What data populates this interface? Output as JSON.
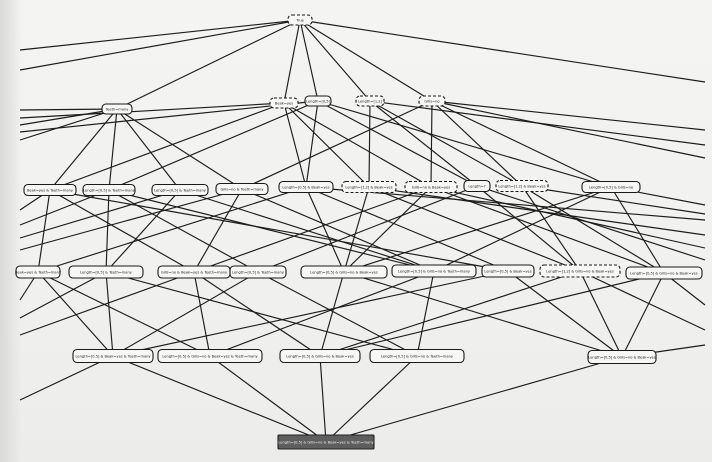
{
  "diagram": {
    "nodes": [
      {
        "id": "top",
        "label": "True",
        "style": "dashed"
      },
      {
        "id": "l1a",
        "label": "Teeth=many",
        "style": "solid"
      },
      {
        "id": "l1b",
        "label": "Beak=yes",
        "style": "dashed"
      },
      {
        "id": "l1c",
        "label": "Length=[0,5]",
        "style": "solid"
      },
      {
        "id": "l1d",
        "label": "Length=[1,2]",
        "style": "dashed"
      },
      {
        "id": "l1e",
        "label": "Gills=no",
        "style": "dashed"
      },
      {
        "id": "l2a",
        "label": "Beak=yes & Teeth=many",
        "style": "solid"
      },
      {
        "id": "l2b",
        "label": "Length=[0,5] & Teeth=many",
        "style": "solid"
      },
      {
        "id": "l2c",
        "label": "Length=[0,5] & Teeth=many",
        "style": "solid"
      },
      {
        "id": "l2d",
        "label": "Gills=no & Teeth=many",
        "style": "solid"
      },
      {
        "id": "l2e",
        "label": "Length=[0,5] & Beak=yes",
        "style": "solid"
      },
      {
        "id": "l2f",
        "label": "Length=[1,2] & Beak=yes",
        "style": "dashed"
      },
      {
        "id": "l2g",
        "label": "Gills=no & Beak=yes",
        "style": "dashed"
      },
      {
        "id": "l2h",
        "label": "Length=?",
        "style": "solid"
      },
      {
        "id": "l2i",
        "label": "Length=[1,2] & Beak=yes",
        "style": "dashed"
      },
      {
        "id": "l2j",
        "label": "Length=[0,5] & Gills=no",
        "style": "solid"
      },
      {
        "id": "l3a",
        "label": "Beak=yes & Teeth=many",
        "style": "solid"
      },
      {
        "id": "l3b",
        "label": "Length=[0,5] & Teeth=many",
        "style": "solid"
      },
      {
        "id": "l3c",
        "label": "Gills=no & Beak=yes & Teeth=many",
        "style": "solid"
      },
      {
        "id": "l3d",
        "label": "Length=[0,5] & Teeth=many",
        "style": "solid"
      },
      {
        "id": "l3e",
        "label": "Length=[0,5] & Gills=no & Beak=yes",
        "style": "solid"
      },
      {
        "id": "l3f",
        "label": "Length=[0,5] & Gills=no & Teeth=many",
        "style": "solid"
      },
      {
        "id": "l3g",
        "label": "Length=[0,5] & Beak=yes",
        "style": "solid"
      },
      {
        "id": "l3h",
        "label": "Length=[1,2] & Gills=no & Beak=yes",
        "style": "dashed"
      },
      {
        "id": "l3i",
        "label": "Length=[0,5] & Gills=no & Beak=yes",
        "style": "solid"
      },
      {
        "id": "l4a",
        "label": "Length=[0,5] & Beak=yes & Teeth=many",
        "style": "solid"
      },
      {
        "id": "l4b",
        "label": "Length=[0,5] & Gills=no & Beak=yes & Teeth=many",
        "style": "solid"
      },
      {
        "id": "l4c",
        "label": "Length=[0,5] & Gills=no & Beak=yes",
        "style": "solid"
      },
      {
        "id": "l4d",
        "label": "Length=[0,5] & Gills=no & Teeth=many",
        "style": "solid"
      },
      {
        "id": "l4e",
        "label": "Length=[0,5] & Gills=no & Beak=yes",
        "style": "solid"
      },
      {
        "id": "bottom",
        "label": "Length=[0,5] & Gills=no & Beak=yes & Teeth=many",
        "style": "bottom"
      }
    ],
    "edges": [
      [
        "top",
        "l1a"
      ],
      [
        "top",
        "l1b"
      ],
      [
        "top",
        "l1c"
      ],
      [
        "top",
        "l1d"
      ],
      [
        "top",
        "l1e"
      ],
      [
        "l1a",
        "l2a"
      ],
      [
        "l1a",
        "l2b"
      ],
      [
        "l1a",
        "l2c"
      ],
      [
        "l1a",
        "l2d"
      ],
      [
        "l1b",
        "l2a"
      ],
      [
        "l1b",
        "l2e"
      ],
      [
        "l1b",
        "l2f"
      ],
      [
        "l1b",
        "l2g"
      ],
      [
        "l1c",
        "l2b"
      ],
      [
        "l1c",
        "l2e"
      ],
      [
        "l1c",
        "l2j"
      ],
      [
        "l1c",
        "l2h"
      ],
      [
        "l1d",
        "l2f"
      ],
      [
        "l1d",
        "l2i"
      ],
      [
        "l1d",
        "l2h"
      ],
      [
        "l1e",
        "l2d"
      ],
      [
        "l1e",
        "l2g"
      ],
      [
        "l1e",
        "l2j"
      ],
      [
        "l1e",
        "l2i"
      ],
      [
        "l2a",
        "l3a"
      ],
      [
        "l2a",
        "l3c"
      ],
      [
        "l2a",
        "l3g"
      ],
      [
        "l2b",
        "l3b"
      ],
      [
        "l2b",
        "l3d"
      ],
      [
        "l2b",
        "l3f"
      ],
      [
        "l2c",
        "l3b"
      ],
      [
        "l2c",
        "l3f"
      ],
      [
        "l2d",
        "l3c"
      ],
      [
        "l2d",
        "l3f"
      ],
      [
        "l2e",
        "l3e"
      ],
      [
        "l2e",
        "l3g"
      ],
      [
        "l2e",
        "l3a"
      ],
      [
        "l2f",
        "l3h"
      ],
      [
        "l2f",
        "l3e"
      ],
      [
        "l2g",
        "l3c"
      ],
      [
        "l2g",
        "l3e"
      ],
      [
        "l2g",
        "l3i"
      ],
      [
        "l2h",
        "l3d"
      ],
      [
        "l2h",
        "l3h"
      ],
      [
        "l2i",
        "l3h"
      ],
      [
        "l2i",
        "l3i"
      ],
      [
        "l2j",
        "l3f"
      ],
      [
        "l2j",
        "l3i"
      ],
      [
        "l2j",
        "l3e"
      ],
      [
        "l3a",
        "l4a"
      ],
      [
        "l3a",
        "l4b"
      ],
      [
        "l3b",
        "l4a"
      ],
      [
        "l3b",
        "l4d"
      ],
      [
        "l3c",
        "l4b"
      ],
      [
        "l3c",
        "l4c"
      ],
      [
        "l3d",
        "l4a"
      ],
      [
        "l3d",
        "l4d"
      ],
      [
        "l3e",
        "l4c"
      ],
      [
        "l3e",
        "l4e"
      ],
      [
        "l3f",
        "l4d"
      ],
      [
        "l3f",
        "l4b"
      ],
      [
        "l3g",
        "l4a"
      ],
      [
        "l3g",
        "l4e"
      ],
      [
        "l3h",
        "l4e"
      ],
      [
        "l3h",
        "l4c"
      ],
      [
        "l3i",
        "l4e"
      ],
      [
        "l3i",
        "l4c"
      ],
      [
        "l4a",
        "bottom"
      ],
      [
        "l4b",
        "bottom"
      ],
      [
        "l4c",
        "bottom"
      ],
      [
        "l4d",
        "bottom"
      ],
      [
        "l4e",
        "bottom"
      ]
    ]
  }
}
